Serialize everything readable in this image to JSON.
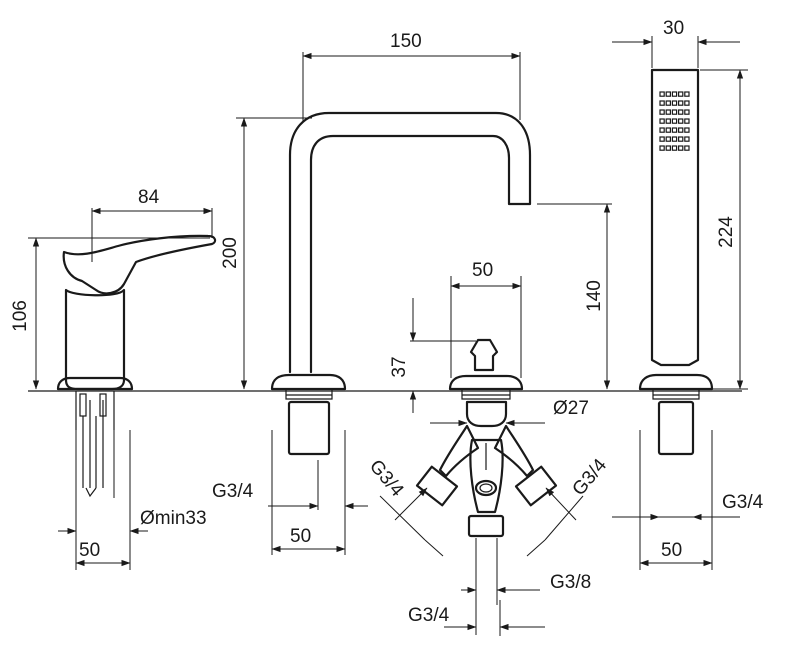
{
  "diagram": {
    "labels": {
      "mixer_handle_length": "84",
      "mixer_height": "106",
      "mixer_base_width": "50",
      "mixer_hole": "Ømin33",
      "spout_reach": "150",
      "spout_height": "200",
      "spout_outlet_height": "140",
      "spout_base_width": "50",
      "spout_thread": "G3/4",
      "diverter_width": "50",
      "diverter_height": "37",
      "diverter_diameter": "Ø27",
      "diverter_inlet_left": "G3/4",
      "diverter_inlet_right": "G3/4",
      "diverter_outlet_small": "G3/8",
      "diverter_outlet_bottom": "G3/4",
      "shower_width": "30",
      "shower_length": "224",
      "shower_base_width": "50",
      "shower_thread": "G3/4"
    }
  }
}
